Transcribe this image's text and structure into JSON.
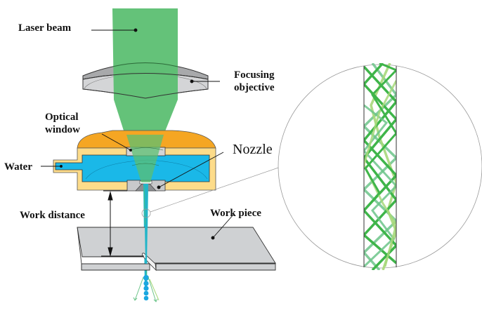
{
  "labels": {
    "laser_beam": "Laser beam",
    "focusing_objective_line1": "Focusing",
    "focusing_objective_line2": "objective",
    "optical_window_line1": "Optical",
    "optical_window_line2": "window",
    "water": "Water",
    "nozzle": "Nozzle",
    "work_distance": "Work distance",
    "work_piece": "Work piece"
  },
  "colors": {
    "laser_green": "#5cbf72",
    "lens_top": "#a8a9ab",
    "lens_body": "#d4d5d7",
    "housing_cap": "#f5a623",
    "housing_body": "#fddc8a",
    "water_blue": "#1ab8e8",
    "nozzle_gray": "#c8c9cb",
    "workpiece_gray": "#cfd1d3",
    "jet_cyan": "#23b5c8",
    "zoom_circle": "#999999",
    "ray_dark": "#3fb54a",
    "ray_mid": "#6cc48a",
    "ray_light": "#a7d87a"
  }
}
